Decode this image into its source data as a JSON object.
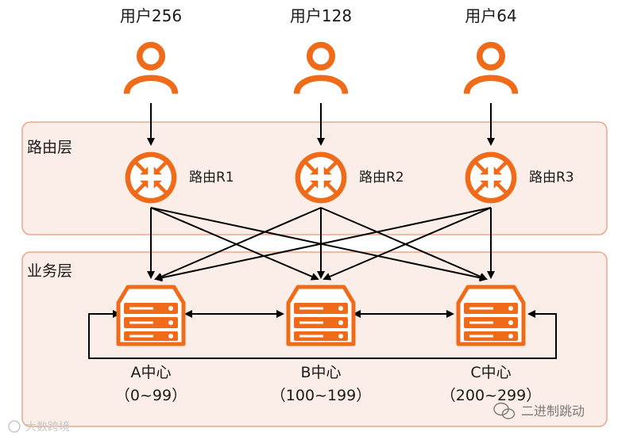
{
  "colors": {
    "accent": "#ef6b1a",
    "panel_fill": "#fbeee8",
    "panel_stroke": "#eba58a",
    "arrow": "#000000"
  },
  "layers": {
    "routing": "路由层",
    "business": "业务层"
  },
  "users": [
    {
      "label": "用户256",
      "icon": "user-icon"
    },
    {
      "label": "用户128",
      "icon": "user-icon"
    },
    {
      "label": "用户64",
      "icon": "user-icon"
    }
  ],
  "routers": [
    {
      "label": "路由R1",
      "icon": "router-icon"
    },
    {
      "label": "路由R2",
      "icon": "router-icon"
    },
    {
      "label": "路由R3",
      "icon": "router-icon"
    }
  ],
  "centers": [
    {
      "name": "A中心",
      "range": "（0~99）",
      "icon": "server-icon"
    },
    {
      "name": "B中心",
      "range": "（100~199）",
      "icon": "server-icon"
    },
    {
      "name": "C中心",
      "range": "（200~299）",
      "icon": "server-icon"
    }
  ],
  "watermark_left": "大数跨境",
  "watermark_right": "二进制跳动"
}
